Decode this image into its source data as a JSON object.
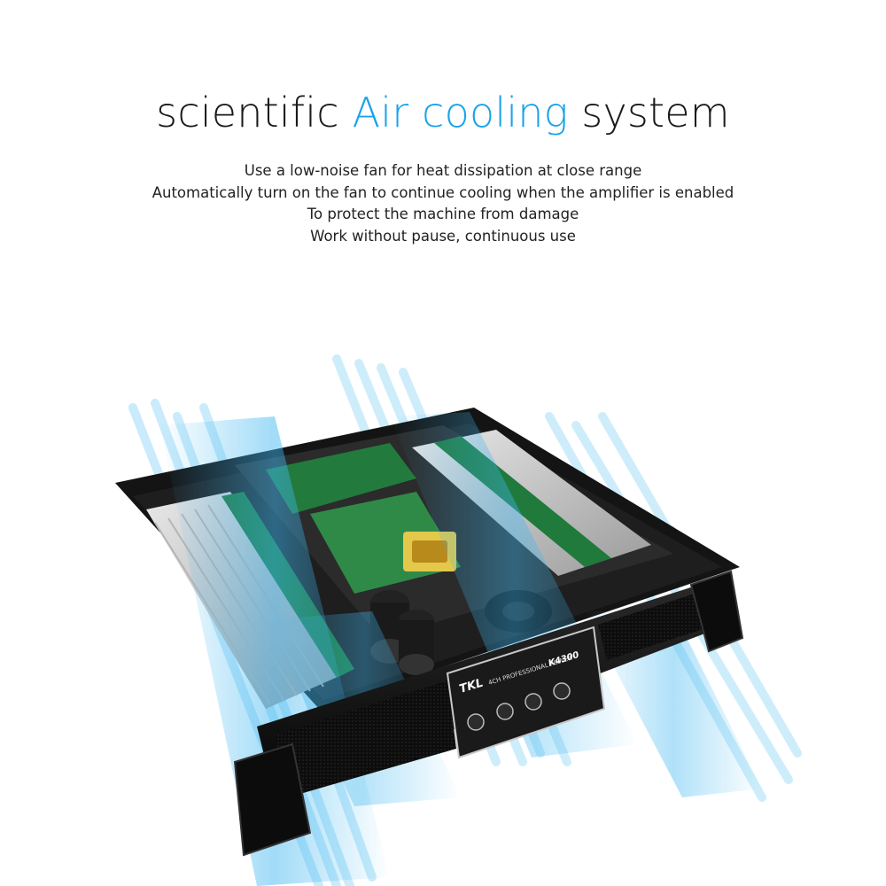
{
  "headline": {
    "prefix": "scientific",
    "accent": "Air cooling",
    "suffix": "system"
  },
  "description": [
    "Use a low-noise fan for heat dissipation at close range",
    "Automatically turn on the fan to continue cooling when the amplifier is enabled",
    "To protect the machine from damage",
    "Work without pause, continuous use"
  ],
  "product": {
    "brand": "TKL",
    "model": "K4300",
    "panel_label": "4CH PROFESSIONAL POWER"
  },
  "colors": {
    "accent": "#1aa3e8",
    "text": "#1a1a1a",
    "airflow": "#3fb6f0",
    "chassis": "#111111"
  }
}
